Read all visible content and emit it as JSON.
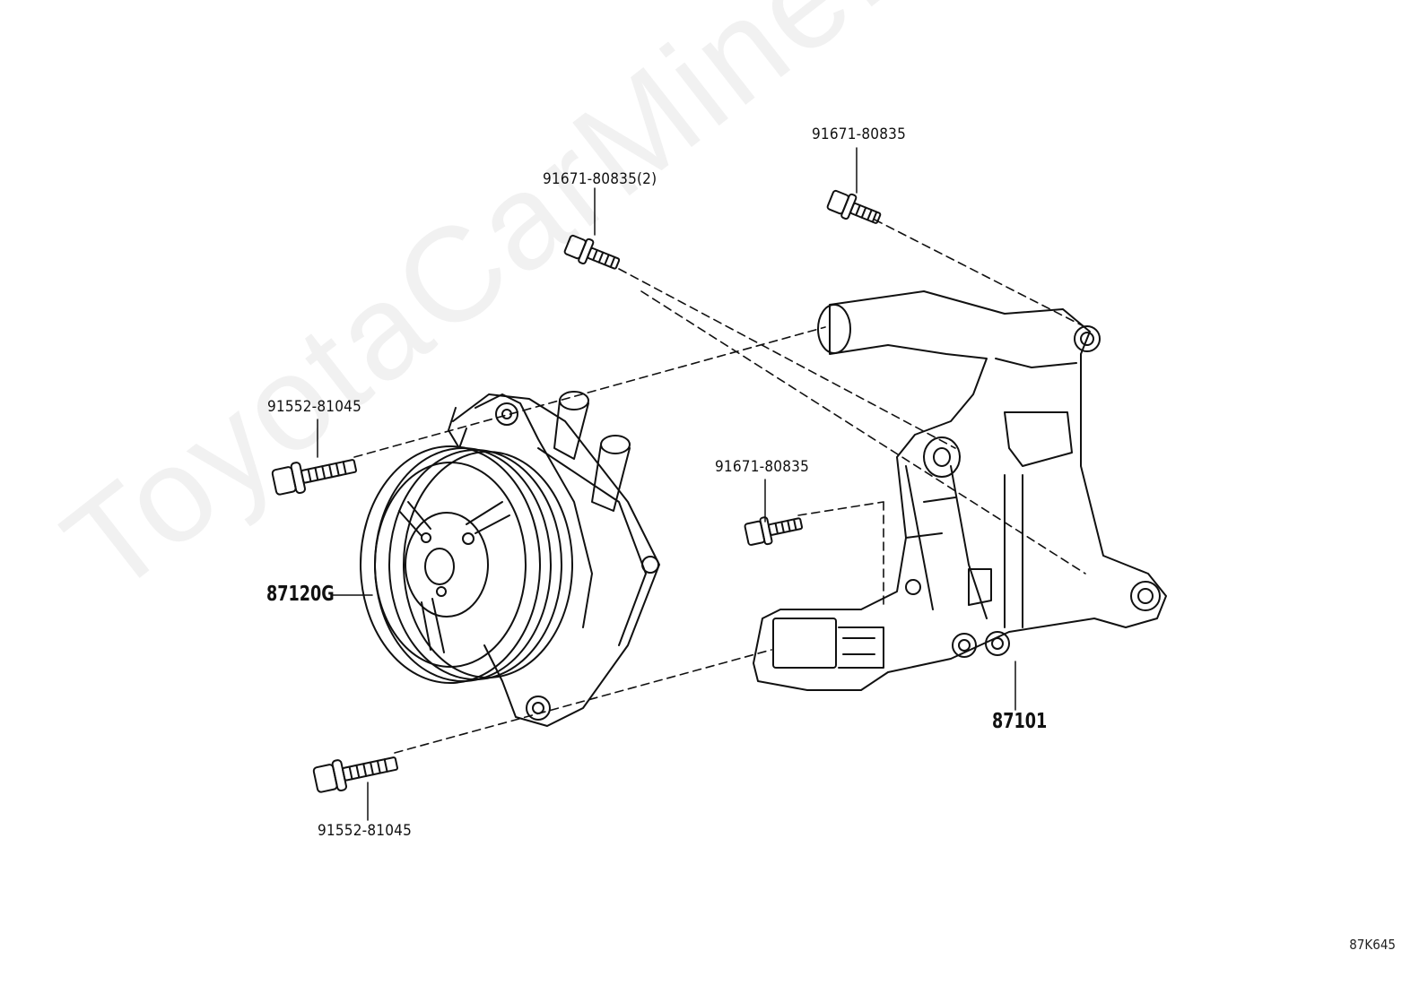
{
  "watermark": "ToyotaCarMine.ru",
  "labels": {
    "bolt_top_right": "91671-80835",
    "bolt_top_center": "91671-80835(2)",
    "bolt_left_upper": "91552-81045",
    "bolt_middle": "91671-80835",
    "pump": "87120G",
    "bracket": "87101",
    "bolt_left_lower": "91552-81045"
  },
  "diagram_code": "87K645"
}
